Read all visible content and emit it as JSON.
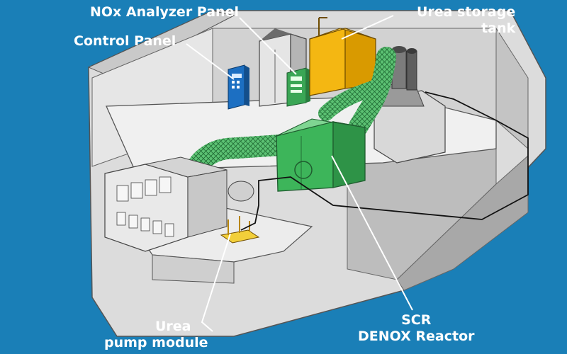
{
  "labels": {
    "nox_analyzer_panel": "NOx Analyzer Panel",
    "control_panel": "Control Panel",
    "urea_storage_tank": [
      "Urea storage",
      "tank"
    ],
    "urea_pump_module": [
      "Urea",
      "pump module"
    ],
    "scr_denox_reactor": [
      "SCR",
      "DENOX Reactor"
    ]
  },
  "colors": {
    "background": "#1a7fb7",
    "hull_light": "#dcdcdc",
    "hull_mid": "#bdbdbd",
    "deck": "#f0f0f0",
    "reactor_green": "#3db55a",
    "duct_green": "#5cc173",
    "urea_tank_yellow": "#f4b712",
    "analyzer_green": "#3aa655",
    "control_blue": "#1c6fc2",
    "pump_yellow": "#f2cf3a",
    "label_text": "#ffffff",
    "leader_line": "#ffffff"
  },
  "icons": {
    "reactor": "scr-reactor-box",
    "tank": "urea-tank-box",
    "duct": "exhaust-duct",
    "engine": "engine-block",
    "funnel": "exhaust-funnel"
  }
}
